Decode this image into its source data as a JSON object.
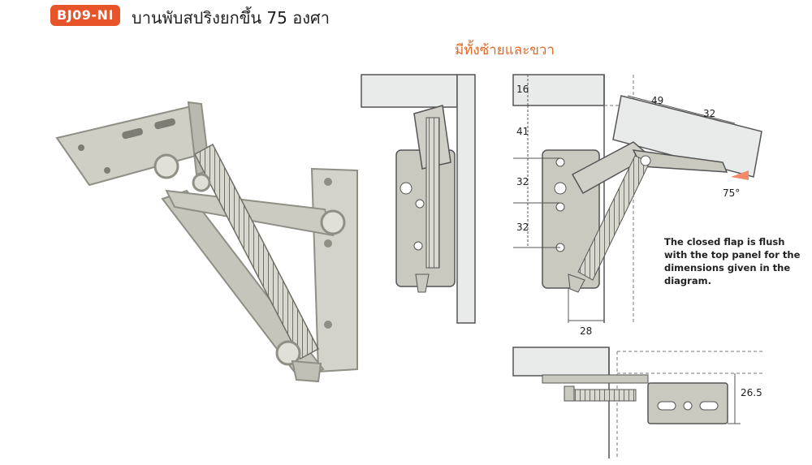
{
  "header": {
    "model_code": "BJ09-NI",
    "title": "บานพับสปริงยกขึ้น 75 องศา"
  },
  "subtitle": "มีทั้งซ้ายและขวา",
  "note": "The closed flap is flush with the top panel for the dimensions given in the diagram.",
  "dimensions": {
    "d16": "16",
    "d41": "41",
    "d32_a": "32",
    "d32_b": "32",
    "d28": "28",
    "d49": "49",
    "d32_c": "32",
    "angle": "75°",
    "d26_5": "26.5"
  },
  "colors": {
    "badge": "#e8542a",
    "subtitle": "#e06a2a",
    "panel": "#e9eaea",
    "metal": "#c9c9c0",
    "metal_dark": "#8f8f86",
    "line": "#555555",
    "arrow": "#f08a6a"
  }
}
